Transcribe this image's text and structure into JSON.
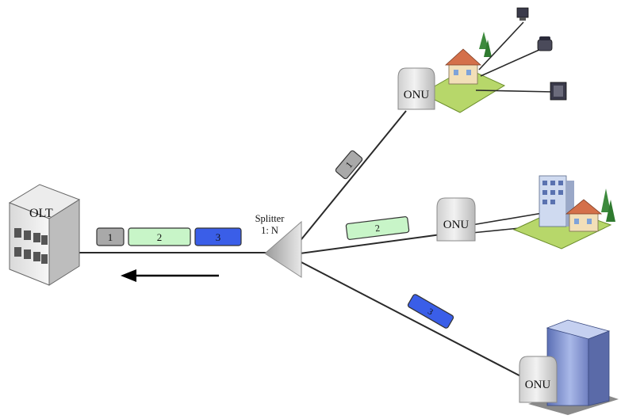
{
  "olt": {
    "label": "OLT"
  },
  "splitter": {
    "line1": "Splitter",
    "line2": "1: N"
  },
  "onus": [
    {
      "id": "onu-1",
      "label": "ONU"
    },
    {
      "id": "onu-2",
      "label": "ONU"
    },
    {
      "id": "onu-3",
      "label": "ONU"
    }
  ],
  "trunk_packets": [
    "1",
    "2",
    "3"
  ],
  "branch_packets": [
    "1",
    "2",
    "3"
  ],
  "colors": {
    "packet_1": "#a9a9a9",
    "packet_2": "#c8f5c8",
    "packet_3": "#3a5ee8",
    "fiber": "#2a2a2a",
    "lawn": "#b7d76a"
  },
  "arrow_direction": "left",
  "icons": [
    "building-icon",
    "house-icon",
    "phone-icon",
    "monitor-icon",
    "apartment-icon",
    "office-tower-icon"
  ]
}
